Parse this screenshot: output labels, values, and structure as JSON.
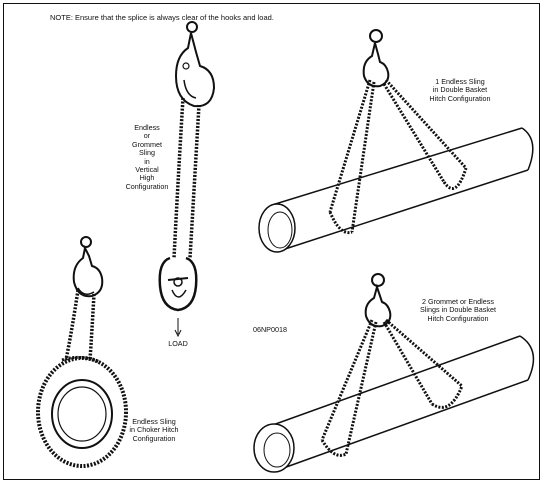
{
  "note": "NOTE: Ensure that the splice is always clear of the hooks and load.",
  "labels": {
    "vertical": "Endless\nor\nGrommet\nSling\nin\nVertical\nHigh\nConfiguration",
    "load": "LOAD",
    "double_basket_1": "1 Endless Sling\nin Double Basket\nHitch Configuration",
    "double_basket_2": "2 Grommet or Endless\nSlings in Double Basket\nHitch Configuration",
    "choker": "Endless Sling\nin Choker Hitch\nConfiguration",
    "figure_code": "06NP0018"
  },
  "colors": {
    "ink": "#111111",
    "paper": "#ffffff"
  }
}
